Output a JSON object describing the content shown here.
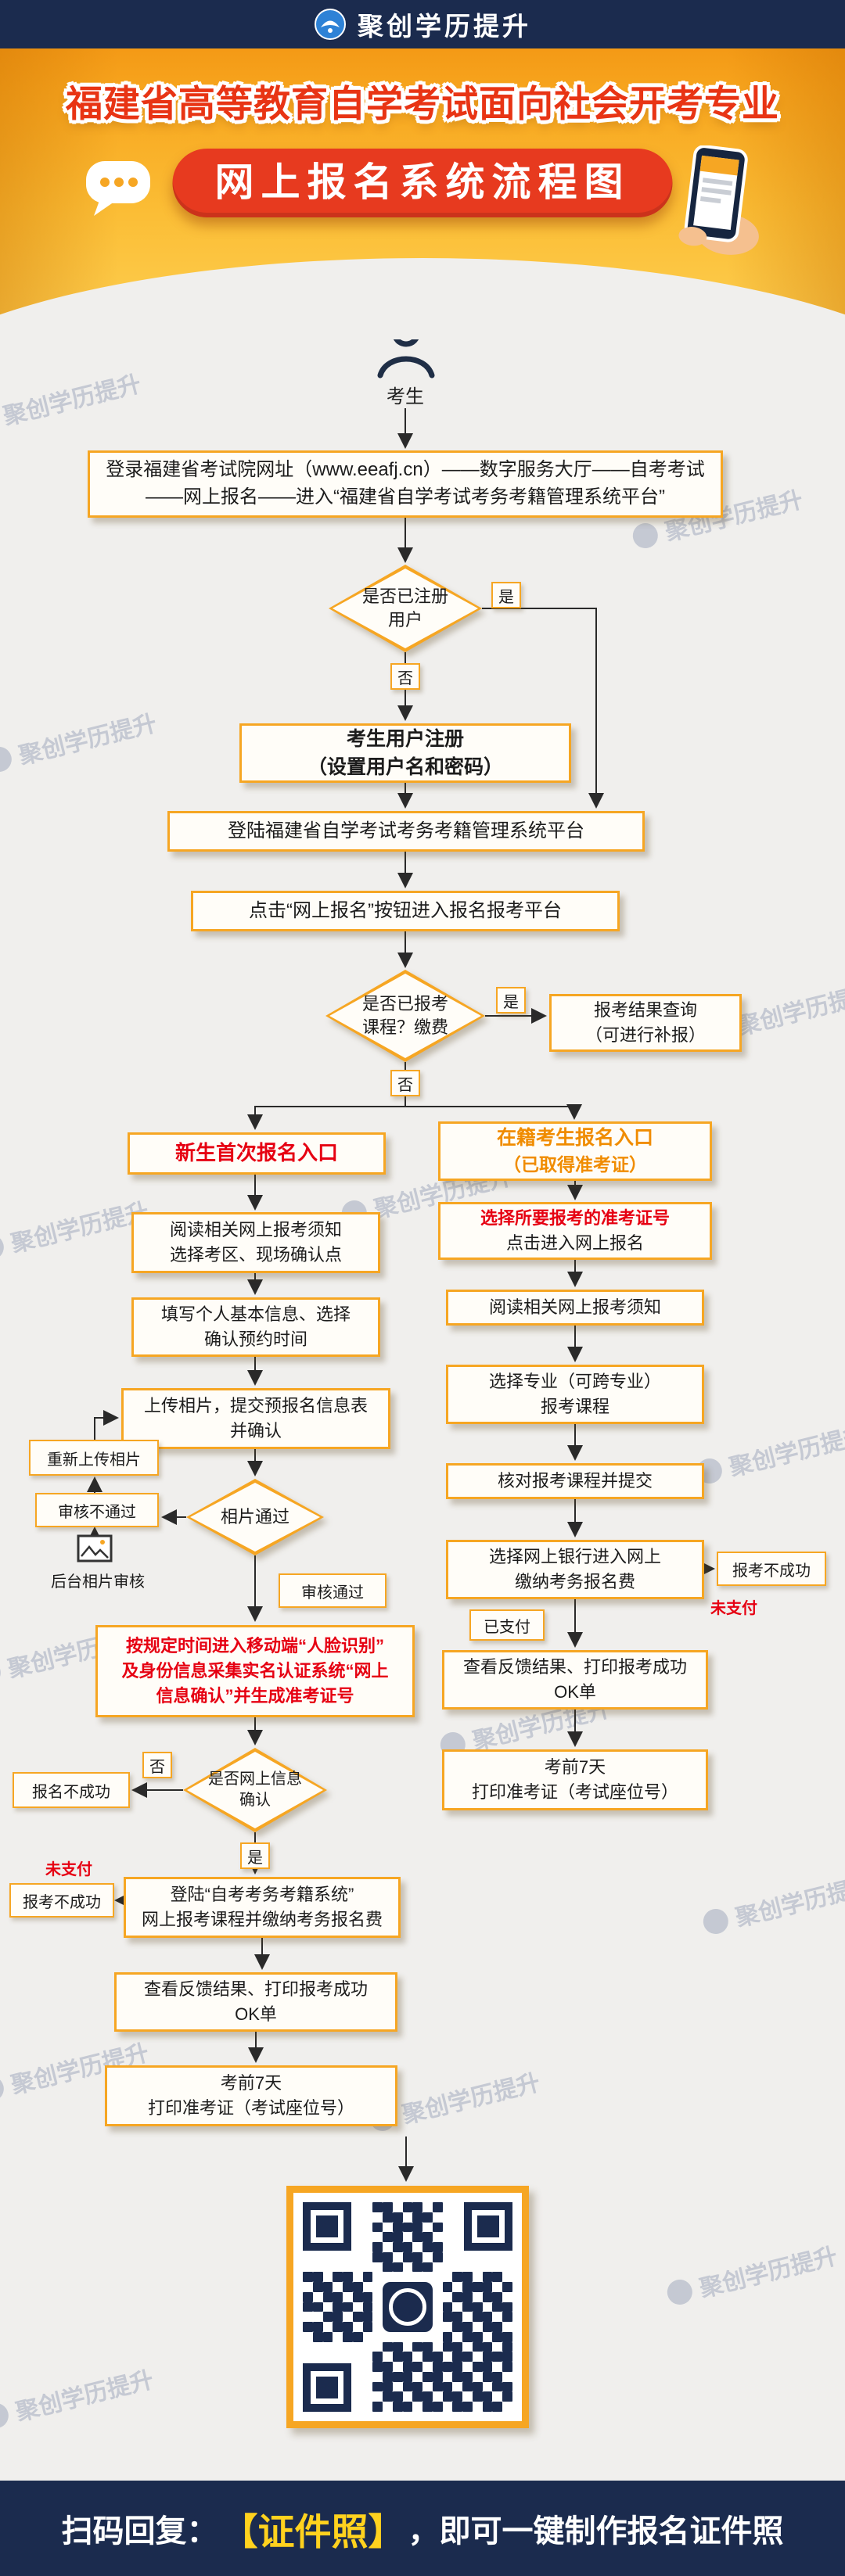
{
  "brand": "聚创学历提升",
  "header": {
    "title_line1": "福建省高等教育自学考试面向社会开考专业",
    "title_line2": "网上报名系统流程图"
  },
  "labels": {
    "yes": "是",
    "no": "否",
    "review_pass": "审核通过",
    "review_fail": "审核不通过",
    "paid": "已支付",
    "unpaid": "未支付",
    "signup_fail": "报名不成功",
    "apply_fail": "报考不成功"
  },
  "flow": {
    "actor": "考生",
    "login_portal": [
      "登录福建省考试院网址（www.eeafj.cn）——数字服务大厅——自考考试",
      "——网上报名——进入“福建省自学考试考务考籍管理系统平台”"
    ],
    "decision_registered": [
      "是否已注册",
      "用户"
    ],
    "register": [
      "考生用户注册",
      "（设置用户名和密码）"
    ],
    "login_platform": "登陆福建省自学考试考务考籍管理系统平台",
    "enter_platform": "点击“网上报名”按钮进入报名报考平台",
    "decision_applied": [
      "是否已报考",
      "课程？缴费"
    ],
    "result_query": [
      "报考结果查询",
      "（可进行补报）"
    ],
    "new_student": {
      "entry": "新生首次报名入口",
      "read_notice": [
        "阅读相关网上报考须知",
        "选择考区、现场确认点"
      ],
      "fill_info": [
        "填写个人基本信息、选择",
        "确认预约时间"
      ],
      "upload_photo": [
        "上传相片，提交预报名信息表",
        "并确认"
      ],
      "reupload": "重新上传相片",
      "backend_review": "后台相片审核",
      "decision_photo": "相片通过",
      "realname_confirm": [
        "按规定时间进入移动端“人脸识别”",
        "及身份信息采集实名认证系统“网上",
        "信息确认”并生成准考证号"
      ],
      "decision_online_confirm": [
        "是否网上信息",
        "确认"
      ],
      "pay": [
        "登陆“自考考务考籍系统”",
        "网上报考课程并缴纳考务报名费"
      ],
      "feedback": [
        "查看反馈结果、打印报考成功",
        "OK单"
      ],
      "print_ticket": [
        "考前7天",
        "打印准考证（考试座位号）"
      ]
    },
    "returning_student": {
      "entry": [
        "在籍考生报名入口",
        "（已取得准考证）"
      ],
      "select_ticket": [
        "选择所要报考的准考证号",
        "点击进入网上报名"
      ],
      "read_notice": "阅读相关网上报考须知",
      "select_major": [
        "选择专业（可跨专业）",
        "报考课程"
      ],
      "verify_courses": "核对报考课程并提交",
      "pay_bank": [
        "选择网上银行进入网上",
        "缴纳考务报名费"
      ],
      "feedback": [
        "查看反馈结果、打印报考成功",
        "OK单"
      ],
      "print_ticket": [
        "考前7天",
        "打印准考证（考试座位号）"
      ]
    }
  },
  "footer": {
    "prefix": "扫码回复：",
    "highlight": "【证件照】",
    "suffix": "，即可一键制作报名证件照"
  },
  "colors": {
    "gold": "#f7a81b",
    "red_banner": "#e73a1f",
    "navy": "#1b2b4e",
    "box_border": "#f6a623",
    "red_text": "#e60012",
    "orange_text": "#f08c00"
  }
}
